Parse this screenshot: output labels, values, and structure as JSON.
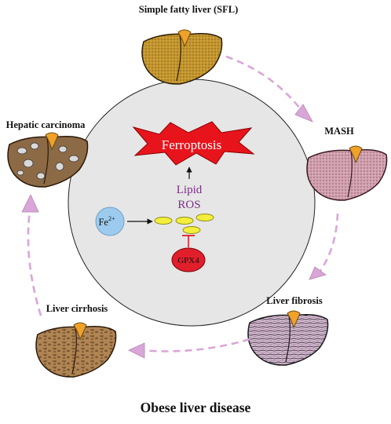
{
  "title": "Obese liver disease",
  "stages": {
    "sfl": "Simple fatty liver (SFL)",
    "mash": "MASH",
    "fibrosis": "Liver fibrosis",
    "cirrhosis": "Liver cirrhosis",
    "carcinoma": "Hepatic carcinoma"
  },
  "pathway": {
    "outcome": "Ferroptosis",
    "lipid": "Lipid",
    "ros": "ROS",
    "iron": "Fe",
    "iron_charge": "2+",
    "enzyme": "GPX4"
  },
  "colors": {
    "sfl_liver": "#b8892a",
    "mash_liver": "#c99aa6",
    "fibrosis_liver": "#d8b2d0",
    "cirrhosis_liver": "#a97c4e",
    "carcinoma_liver": "#8c6a45",
    "gallbladder": "#f0a12a",
    "arrow": "#d9a6d8",
    "circle_fill": "#e6e6e6",
    "ferroptosis_red": "#e8141c",
    "iron_blue": "#9ccbee",
    "gpx4_red": "#e01f2a",
    "lipid_yellow": "#f2ee3c",
    "ros_text": "#7b2f86"
  }
}
